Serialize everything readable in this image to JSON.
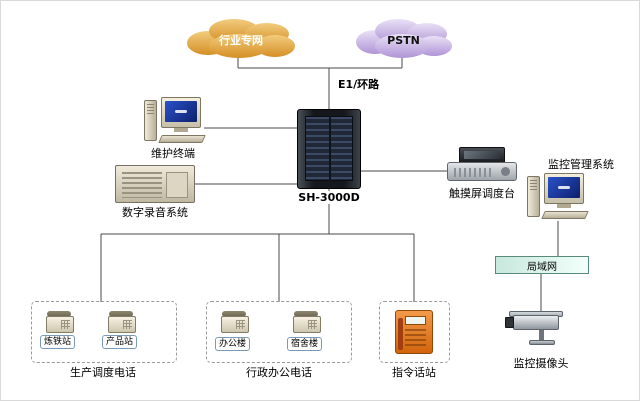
{
  "clouds": {
    "industry_network": "行业专网",
    "pstn": "PSTN"
  },
  "trunk_label": "E1/环路",
  "server_label": "SH-3000D",
  "nodes": {
    "maintenance_terminal": "维护终端",
    "recording_system": "数字录音系统",
    "touchscreen_console": "触摸屏调度台",
    "monitoring_system": "监控管理系统",
    "lan": "局域网",
    "command_station": "指令话站",
    "camera": "监控摄像头"
  },
  "groups": {
    "production": {
      "label": "生产调度电话",
      "stations": [
        "炼铁站",
        "产品站"
      ]
    },
    "admin": {
      "label": "行政办公电话",
      "stations": [
        "办公楼",
        "宿舍楼"
      ]
    }
  },
  "colors": {
    "industry_cloud": "#E2A23C",
    "pstn_cloud": "#C3B1E1",
    "wire": "#4A4A4A",
    "lan_fill": "#C8E8DD",
    "command_station": "#E0700F"
  }
}
